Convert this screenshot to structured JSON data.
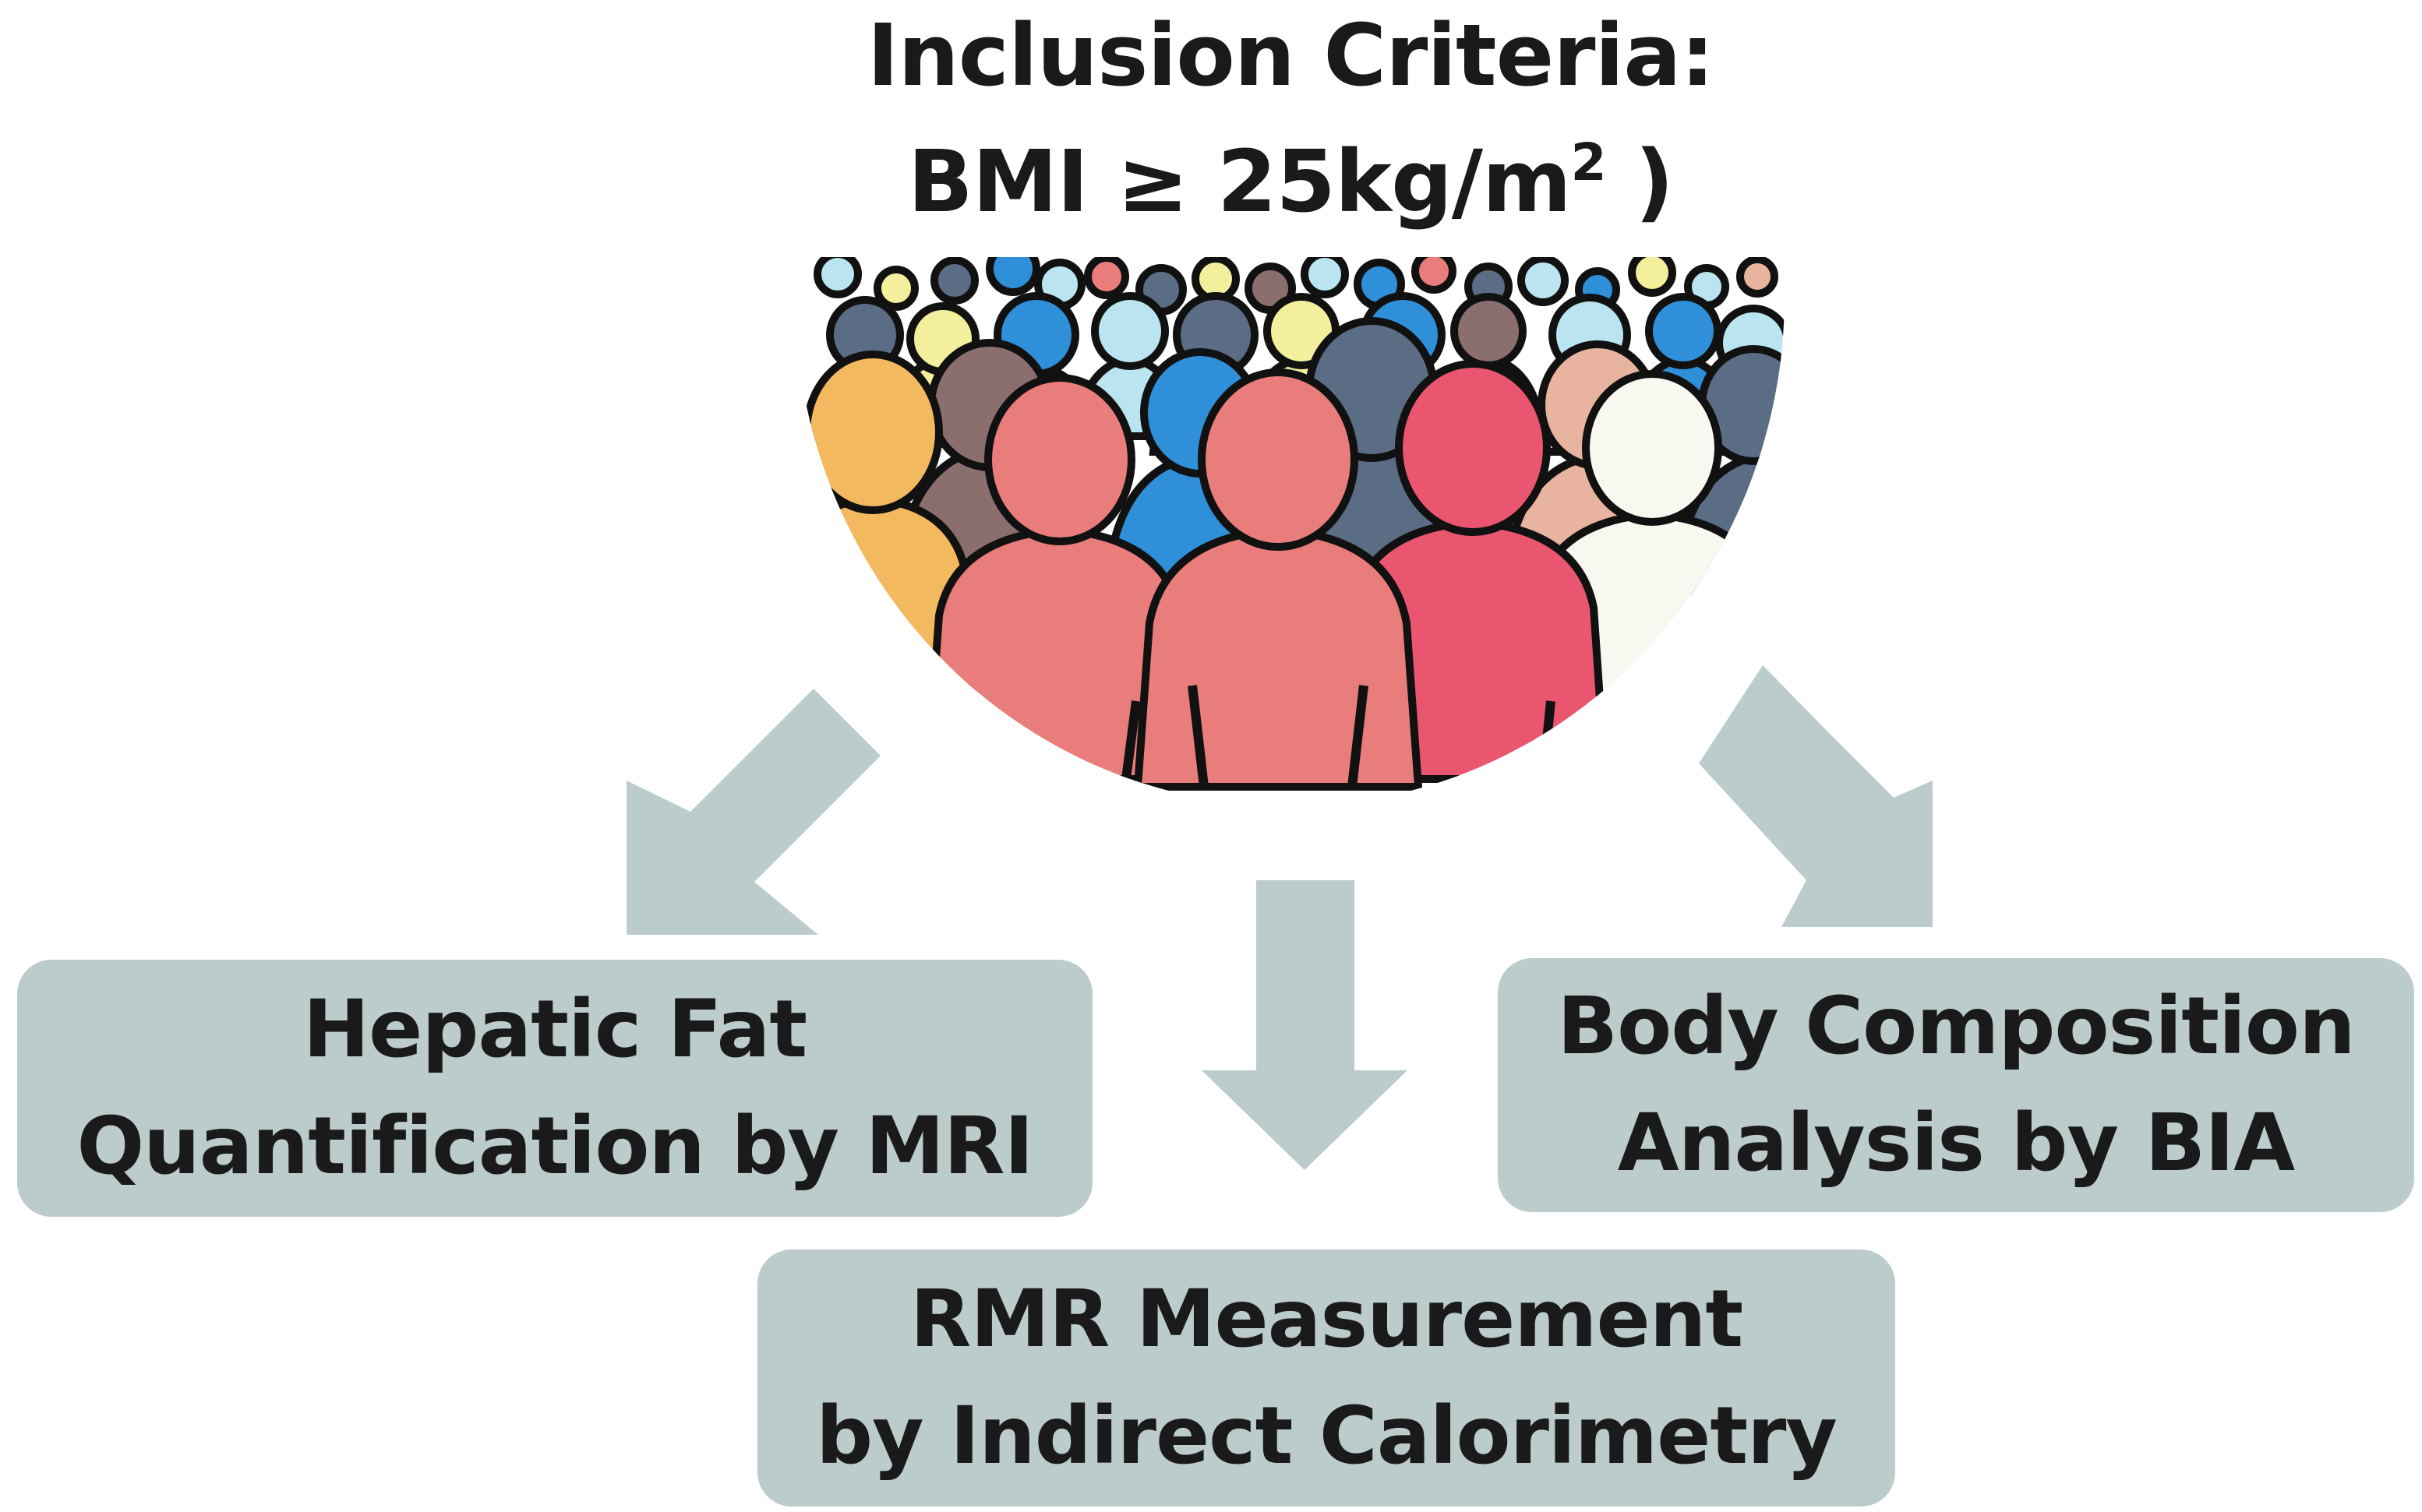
{
  "header": {
    "line1": "Inclusion Criteria:",
    "line2_main": "BMI ≥ 25kg/m",
    "line2_superscript": "2",
    "line2_close": " )"
  },
  "crowd": {
    "icon": "crowd-of-people-icon"
  },
  "boxes": {
    "hepatic": [
      "Hepatic Fat",
      "Quantification by MRI"
    ],
    "body": [
      "Body Composition",
      "Analysis by BIA"
    ],
    "rmr": [
      "RMR Measurement",
      "by Indirect Calorimetry"
    ]
  },
  "colors": {
    "box_fill": "#bccbcb",
    "arrow_fill": "#bccbcb",
    "text": "#1a1a1a",
    "crowd_palette": [
      "#f3b95f",
      "#8b6f6e",
      "#5b6c85",
      "#2f8fd8",
      "#e87d7b",
      "#ea5670",
      "#f8f8f0",
      "#b9e4f0",
      "#f3ef9c",
      "#e8b4a0"
    ]
  }
}
